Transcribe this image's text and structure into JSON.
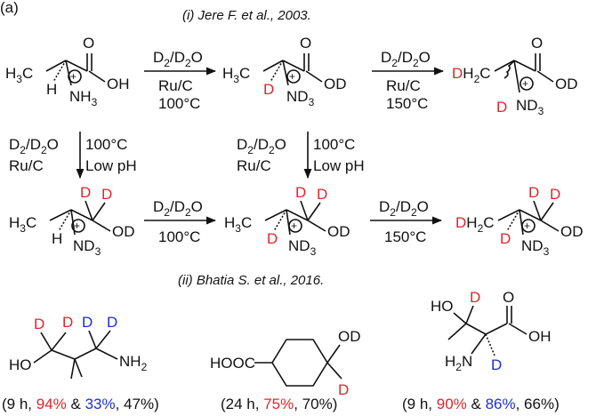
{
  "figure": {
    "panel_letter": "(a)",
    "title_i": "(i) Jere F. et al., 2003.",
    "title_ii": "(ii) Bhatia S. et al., 2016.",
    "colors": {
      "deuterium_red": "#e0262a",
      "deuterium_blue": "#1a2fd6",
      "ink": "#111111"
    }
  },
  "scheme_i": {
    "reagent_top1": "D2/D2O",
    "cond_top1a": "Ru/C",
    "cond_top1b": "100°C",
    "reagent_top2": "D2/D2O",
    "cond_top2a": "Ru/C",
    "cond_top2b": "150°C",
    "reagent_down1": "D2/D2O",
    "cat_down1": "Ru/C",
    "temp_down1": "100°C",
    "ph_down1": "Low pH",
    "reagent_down2": "D2/D2O",
    "cat_down2": "Ru/C",
    "temp_down2": "100°C",
    "ph_down2": "Low pH",
    "reagent_bot1": "D2/D2O",
    "cond_bot1": "100°C",
    "reagent_bot2": "D2/D2O",
    "cond_bot2": "150°C"
  },
  "scheme_ii": {
    "cmpd1_result": {
      "prefix": "(9 h, ",
      "red": "94%",
      "mid": " & ",
      "blue": "33%",
      "suffix": ", 47%)"
    },
    "cmpd2_result": {
      "prefix": "(24 h, ",
      "red": "75%",
      "suffix": ", 70%)"
    },
    "cmpd3_result": {
      "prefix": "(9 h, ",
      "red": "90%",
      "mid": " & ",
      "blue": "86%",
      "suffix": ", 66%)"
    }
  }
}
